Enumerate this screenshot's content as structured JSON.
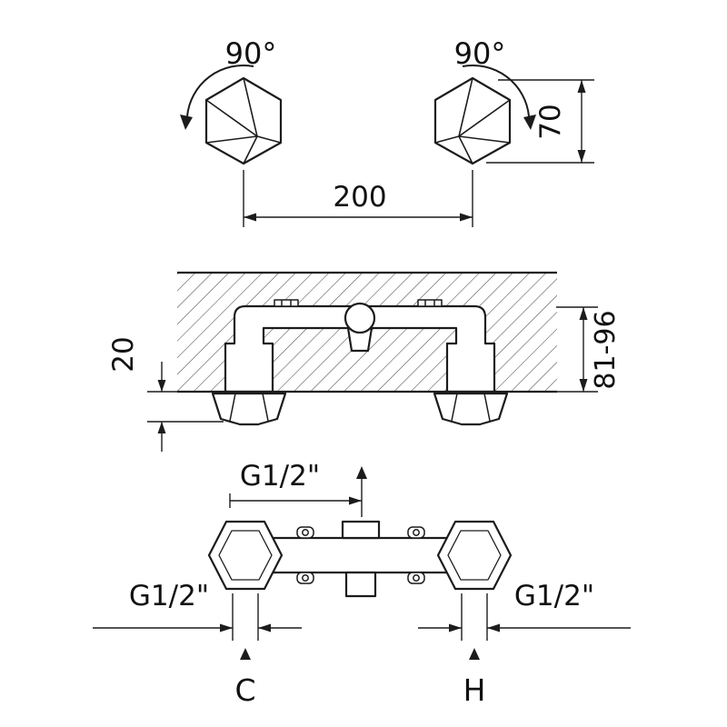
{
  "drawing": {
    "colors": {
      "line": "#1c1c1c",
      "background": "#ffffff"
    },
    "top_view": {
      "rotation_left": "90°",
      "rotation_right": "90°",
      "dim_spacing": "200",
      "dim_height": "70"
    },
    "section_view": {
      "dim_protrusion": "20",
      "dim_depth_range": "81-96"
    },
    "front_view": {
      "dim_center_thread": "G1/2\"",
      "dim_left_thread": "G1/2\"",
      "dim_right_thread": "G1/2\"",
      "label_cold": "C",
      "label_hot": "H"
    }
  }
}
